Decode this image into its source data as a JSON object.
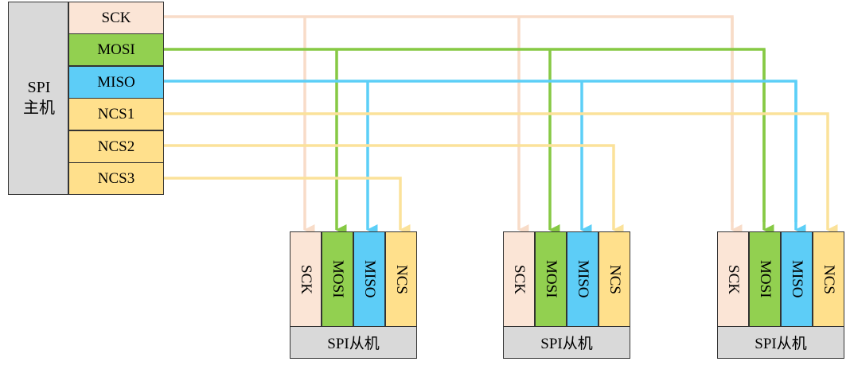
{
  "master": {
    "label_line1": "SPI",
    "label_line2": "主机",
    "signals": [
      "SCK",
      "MOSI",
      "MISO",
      "NCS1",
      "NCS2",
      "NCS3"
    ]
  },
  "slaves": [
    {
      "pins": [
        "SCK",
        "MOSI",
        "MISO",
        "NCS"
      ],
      "label": "SPI从机"
    },
    {
      "pins": [
        "SCK",
        "MOSI",
        "MISO",
        "NCS"
      ],
      "label": "SPI从机"
    },
    {
      "pins": [
        "SCK",
        "MOSI",
        "MISO",
        "NCS"
      ],
      "label": "SPI从机"
    }
  ],
  "colors": {
    "SCK": "#fbe5d6",
    "MOSI": "#92d050",
    "MISO": "#5dcdf7",
    "NCS": "#ffe08c",
    "master_bg": "#d9d9d9",
    "wire_SCK": "#f8dcc8",
    "wire_MOSI": "#86c944",
    "wire_MISO": "#5ccff7",
    "wire_NCS": "#fbe29a"
  }
}
